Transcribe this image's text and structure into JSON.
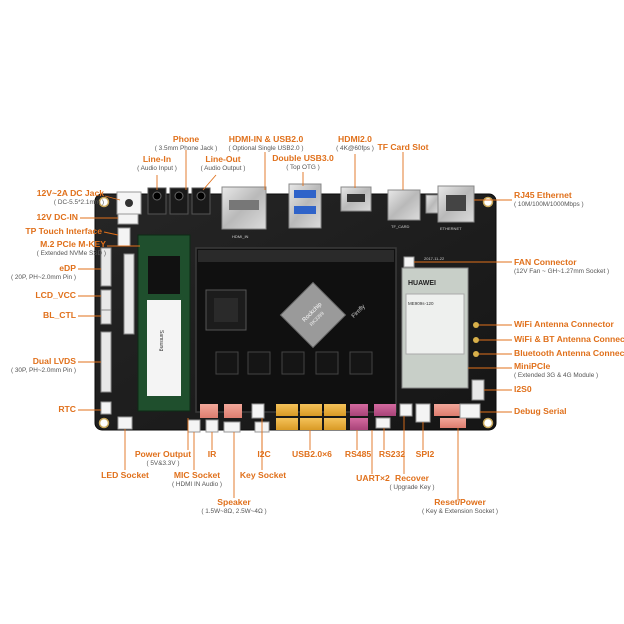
{
  "colors": {
    "accent": "#e0701b",
    "sub": "#555555",
    "board": "#1c1c1c",
    "core": "#111111",
    "leader": "#e0701b"
  },
  "labels": {
    "phone": {
      "title": "Phone",
      "sub": "( 3.5mm Phone Jack )"
    },
    "hdmi_in": {
      "title": "HDMI-IN & USB2.0",
      "sub": "( Optional Single USB2.0 )"
    },
    "hdmi2": {
      "title": "HDMI2.0",
      "sub": "( 4K@60fps )"
    },
    "line_in": {
      "title": "Line-In",
      "sub": "( Audio Input )"
    },
    "line_out": {
      "title": "Line-Out",
      "sub": "( Audio Output )"
    },
    "double_usb3": {
      "title": "Double USB3.0",
      "sub": "( Top OTG )"
    },
    "tf_card": {
      "title": "TF Card Slot"
    },
    "dc_jack": {
      "title": "12V~2A DC Jack",
      "sub": "( DC-5.5*2.1mm )"
    },
    "dc_in": {
      "title": "12V DC-IN"
    },
    "tp_touch": {
      "title": "TP Touch Interface"
    },
    "m2_pcie": {
      "title": "M.2 PCIe M-KEY",
      "sub": "( Extended NVMe SSD )"
    },
    "edp": {
      "title": "eDP",
      "sub": "( 20P, PH~2.0mm Pin )"
    },
    "lcd_vcc": {
      "title": "LCD_VCC"
    },
    "bl_ctl": {
      "title": "BL_CTL"
    },
    "dual_lvds": {
      "title": "Dual LVDS",
      "sub": "( 30P, PH~2.0mm Pin )"
    },
    "rtc": {
      "title": "RTC"
    },
    "rj45": {
      "title": "RJ45 Ethernet",
      "sub": "( 10M/100M/1000Mbps )"
    },
    "fan": {
      "title": "FAN Connector",
      "sub": "(12V Fan ~ GH~1.27mm Socket )"
    },
    "wifi_ant": {
      "title": "WiFi Antenna Connector"
    },
    "wifi_bt_ant": {
      "title": "WiFi & BT Antenna Connector"
    },
    "bt_ant": {
      "title": "Bluetooth Antenna Connector"
    },
    "minipcie": {
      "title": "MiniPCIe",
      "sub": "( Extended 3G & 4G Module )"
    },
    "i2s0": {
      "title": "I2S0"
    },
    "debug_serial": {
      "title": "Debug Serial"
    },
    "power_output": {
      "title": "Power Output",
      "sub": "( 5V&3.3V )"
    },
    "ir": {
      "title": "IR"
    },
    "mic": {
      "title": "MIC Socket",
      "sub": "( HDMI IN Audio )"
    },
    "led": {
      "title": "LED Socket"
    },
    "i2c": {
      "title": "I2C"
    },
    "key_socket": {
      "title": "Key Socket"
    },
    "usb2x6": {
      "title": "USB2.0×6"
    },
    "rs485": {
      "title": "RS485"
    },
    "rs232": {
      "title": "RS232"
    },
    "uart": {
      "title": "UART×2"
    },
    "spi2": {
      "title": "SPI2"
    },
    "recover": {
      "title": "Recover",
      "sub": "( Upgrade Key )"
    },
    "speaker": {
      "title": "Speaker",
      "sub": "( 1.5W~8Ω, 2.5W~4Ω )"
    },
    "reset_power": {
      "title": "Reset/Power",
      "sub": "( Key & Extension Socket )"
    }
  },
  "board_marks": {
    "soc_brand": "Rockchip",
    "soc_model": "RK3399",
    "board_brand": "Firefly",
    "module_brand": "HUAWEI",
    "module_model": "ME909s-120",
    "ssd_brand": "Samsung",
    "silk_hdmi": "HDMI_IN",
    "silk_ethernet": "ETHERNET",
    "silk_tf": "TF_CARD",
    "silk_date": "2017-11-22"
  }
}
